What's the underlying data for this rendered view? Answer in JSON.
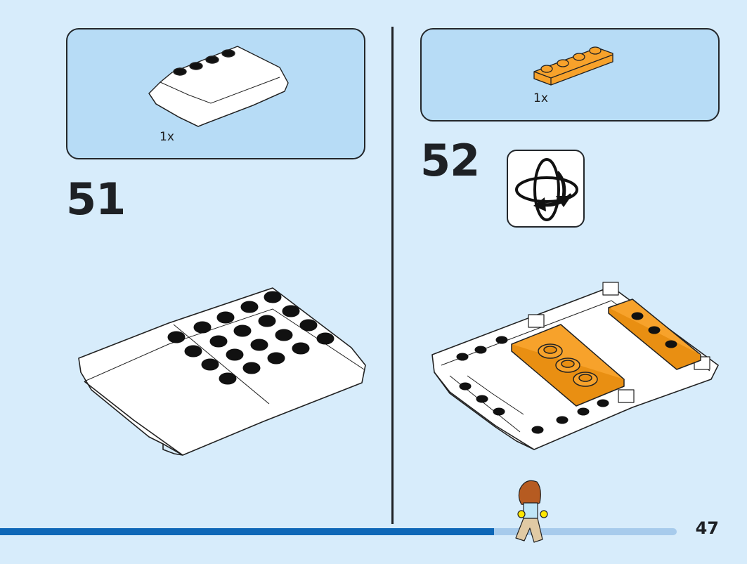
{
  "steps": [
    {
      "number": "51",
      "part": {
        "qty": "1x",
        "name": "white-curved-slope-4x6"
      }
    },
    {
      "number": "52",
      "part": {
        "qty": "1x",
        "name": "orange-plate-1x4"
      }
    }
  ],
  "rotate_icon": "rotate-model-icon",
  "page_number": "47",
  "progress": {
    "fraction": 0.73
  },
  "colors": {
    "background": "#d7ecfb",
    "callout_panel": "#b7dcf6",
    "progress_fill": "#0e67b7",
    "progress_track": "#a7cbec",
    "orange_part": "#f7a22b"
  }
}
